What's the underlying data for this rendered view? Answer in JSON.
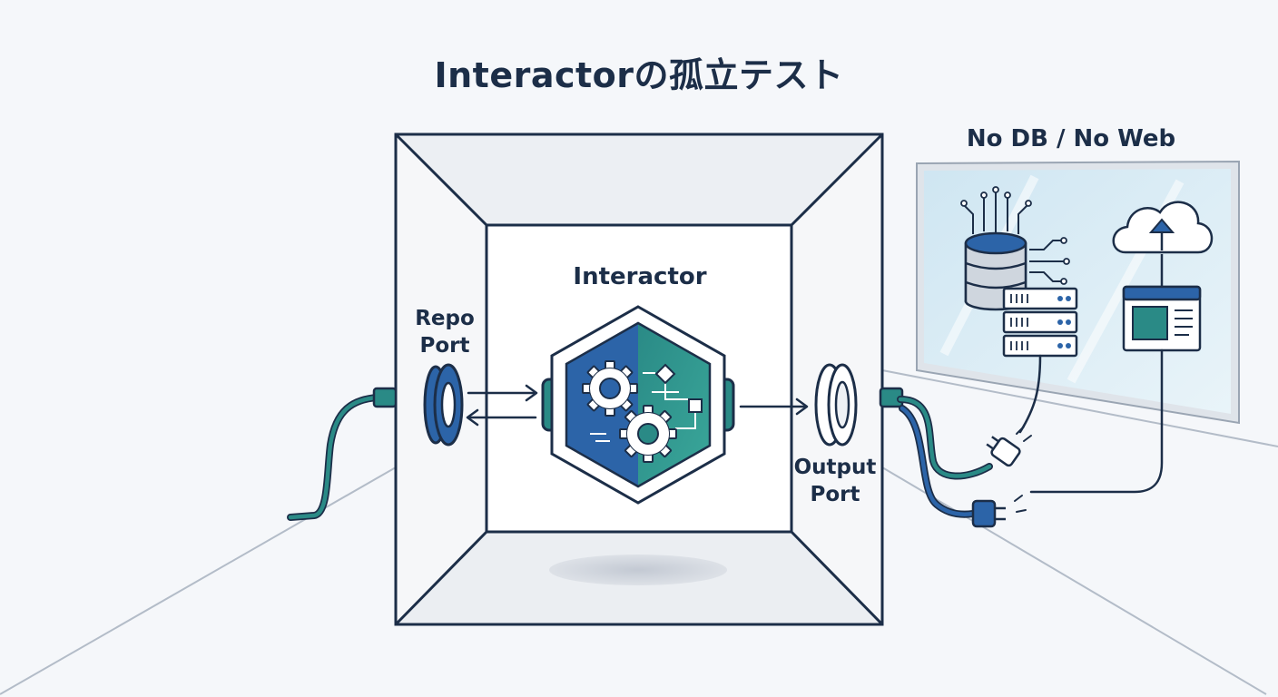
{
  "diagram": {
    "title": "Interactorの孤立テスト",
    "core": {
      "label": "Interactor"
    },
    "ports": {
      "input": {
        "label_line1": "Repo",
        "label_line2": "Port"
      },
      "output": {
        "label_line1": "Output",
        "label_line2": "Port"
      }
    },
    "external": {
      "label": "No DB / No Web"
    },
    "icons": [
      "gear-icon",
      "database-icon",
      "server-rack-icon",
      "cloud-upload-icon",
      "browser-window-icon",
      "plug-icon"
    ],
    "colors": {
      "navy": "#1c2e48",
      "blue": "#2c64a8",
      "teal": "#2a8a86",
      "background": "#f5f7fa"
    }
  }
}
